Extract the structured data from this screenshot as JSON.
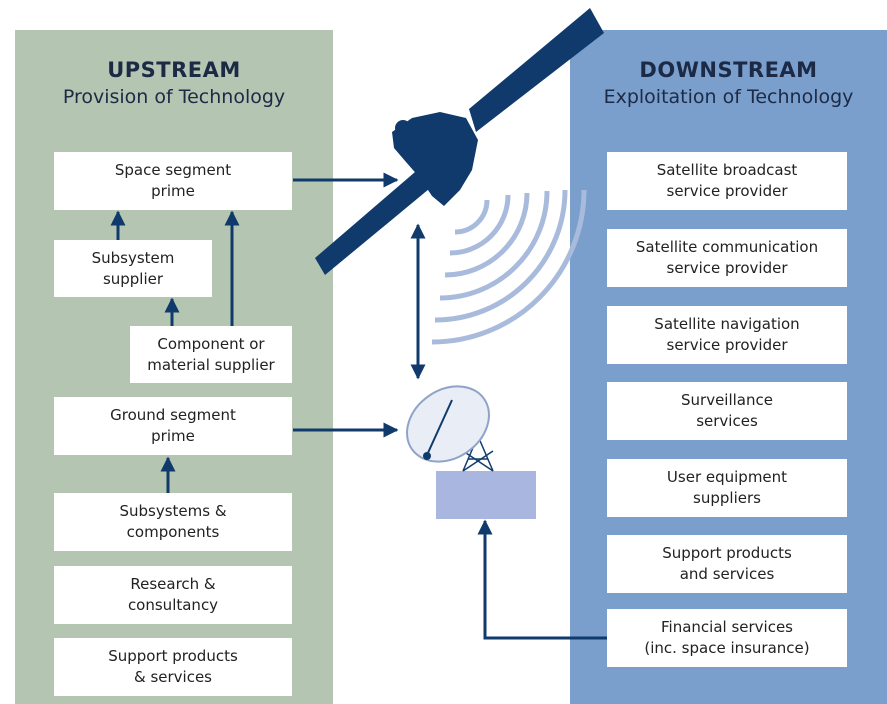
{
  "upstream": {
    "title": "UPSTREAM",
    "subtitle": "Provision of Technology",
    "boxes": {
      "space_prime": "Space segment\nprime",
      "subsystem_supplier": "Subsystem\nsupplier",
      "component_supplier": "Component or\nmaterial supplier",
      "ground_prime": "Ground segment\nprime",
      "subsystems_components": "Subsystems &\ncomponents",
      "research": "Research &\nconsultancy",
      "support": "Support products\n& services"
    }
  },
  "downstream": {
    "title": "DOWNSTREAM",
    "subtitle": "Exploitation of Technology",
    "boxes": [
      "Satellite broadcast\nservice provider",
      "Satellite communication\nservice provider",
      "Satellite navigation\nservice provider",
      "Surveillance\nservices",
      "User equipment\nsuppliers",
      "Support products\nand services",
      "Financial services\n(inc. space insurance)"
    ]
  },
  "colors": {
    "upstream_panel": "#b4c6b2",
    "downstream_panel": "#7a9fcd",
    "arrow": "#0f3a6b",
    "satellite": "#0f3a6b",
    "signal": "#a9bbdc",
    "ground_station_base": "#a9b7e0"
  },
  "icons": [
    "satellite-icon",
    "signal-waves-icon",
    "dish-antenna-icon"
  ]
}
